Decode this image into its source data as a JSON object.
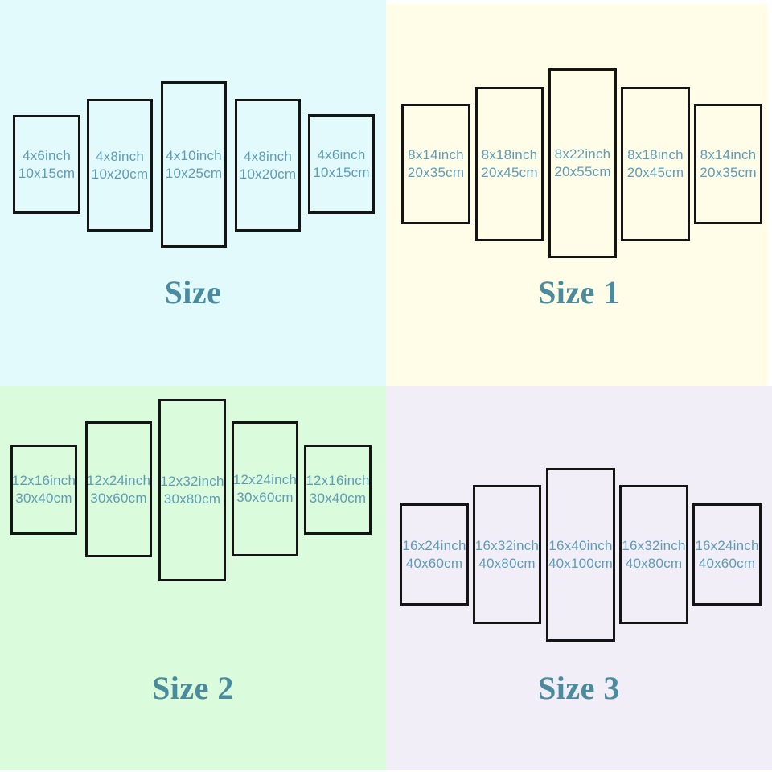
{
  "quadrants": [
    {
      "title": "Size",
      "bg": "#e2fafc",
      "panels": [
        {
          "inch": "4x6inch",
          "cm": "10x15cm"
        },
        {
          "inch": "4x8inch",
          "cm": "10x20cm"
        },
        {
          "inch": "4x10inch",
          "cm": "10x25cm"
        },
        {
          "inch": "4x8inch",
          "cm": "10x20cm"
        },
        {
          "inch": "4x6inch",
          "cm": "10x15cm"
        }
      ]
    },
    {
      "title": "Size 1",
      "bg": "#fffde8",
      "panels": [
        {
          "inch": "8x14inch",
          "cm": "20x35cm"
        },
        {
          "inch": "8x18inch",
          "cm": "20x45cm"
        },
        {
          "inch": "8x22inch",
          "cm": "20x55cm"
        },
        {
          "inch": "8x18inch",
          "cm": "20x45cm"
        },
        {
          "inch": "8x14inch",
          "cm": "20x35cm"
        }
      ]
    },
    {
      "title": "Size 2",
      "bg": "#dbfbdd",
      "panels": [
        {
          "inch": "12x16inch",
          "cm": "30x40cm"
        },
        {
          "inch": "12x24inch",
          "cm": "30x60cm"
        },
        {
          "inch": "12x32inch",
          "cm": "30x80cm"
        },
        {
          "inch": "12x24inch",
          "cm": "30x60cm"
        },
        {
          "inch": "12x16inch",
          "cm": "30x40cm"
        }
      ]
    },
    {
      "title": "Size 3",
      "bg": "#f2eef8",
      "panels": [
        {
          "inch": "16x24inch",
          "cm": "40x60cm"
        },
        {
          "inch": "16x32inch",
          "cm": "40x80cm"
        },
        {
          "inch": "16x40inch",
          "cm": "40x100cm"
        },
        {
          "inch": "16x32inch",
          "cm": "40x80cm"
        },
        {
          "inch": "16x24inch",
          "cm": "40x60cm"
        }
      ]
    }
  ],
  "colors": {
    "quadrant_bg_cyan": "#e2fafc",
    "quadrant_bg_ivory": "#fffde8",
    "quadrant_bg_green": "#dbfbdd",
    "quadrant_bg_lavender": "#f2eef8",
    "panel_label_text": "#5f9db6",
    "title_text": "#4a8c9e",
    "panel_border": "#141414"
  }
}
